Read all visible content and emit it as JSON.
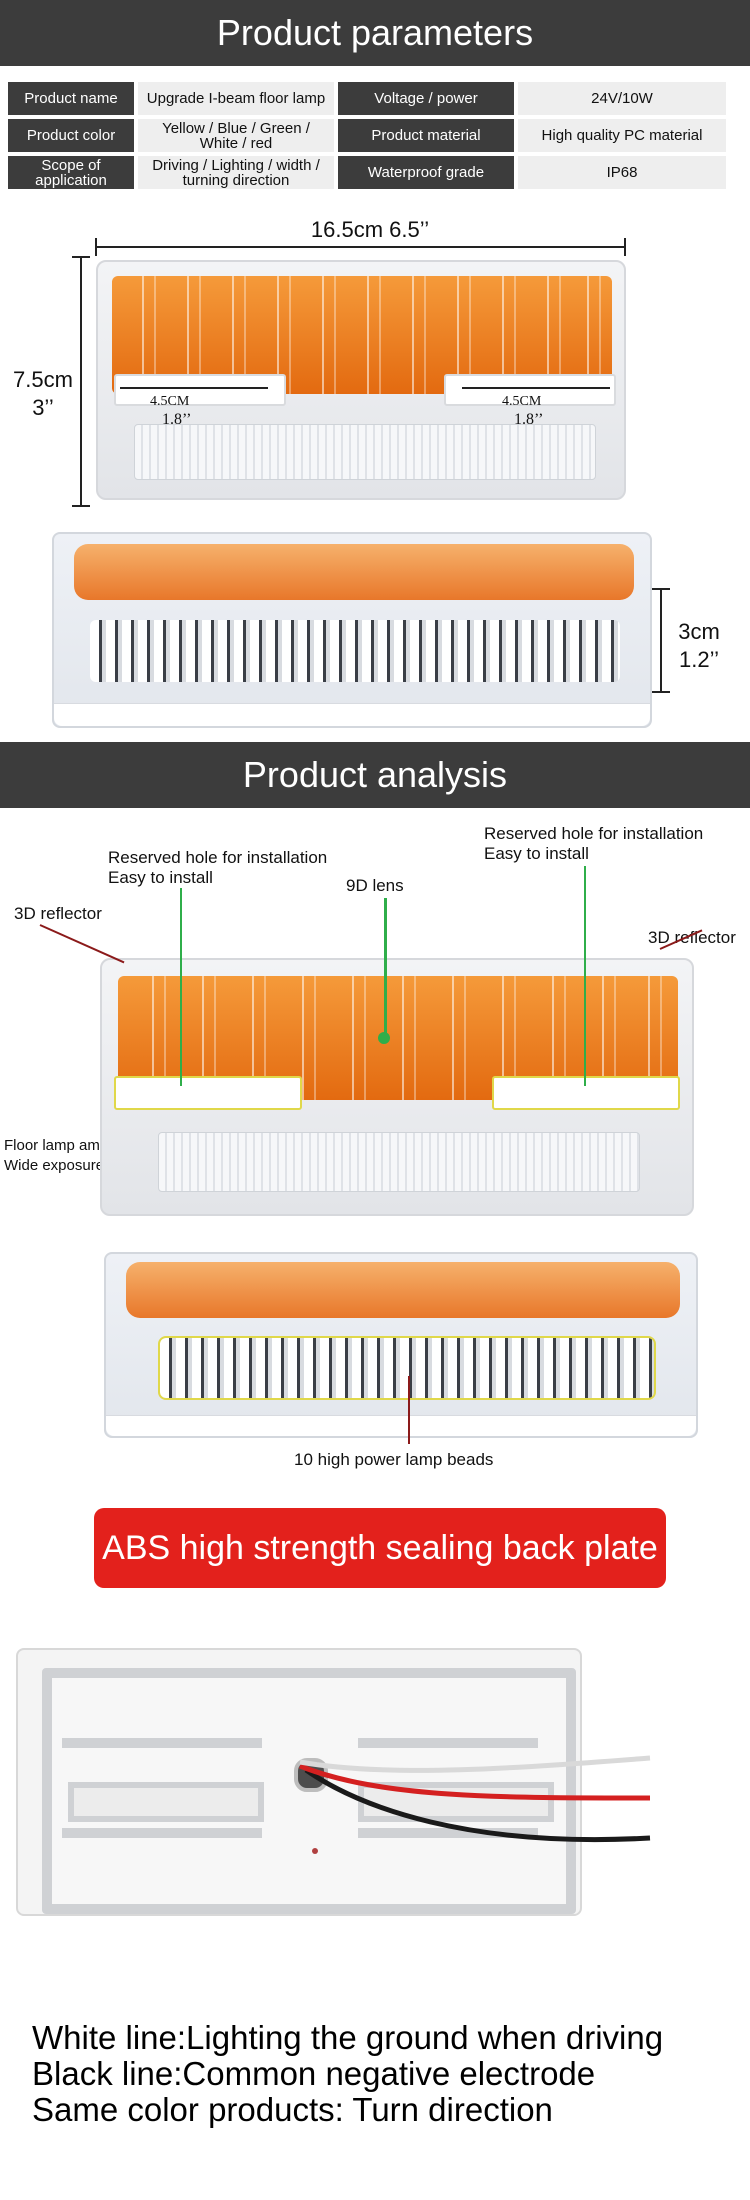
{
  "banners": {
    "parameters": "Product parameters",
    "analysis": "Product analysis"
  },
  "params": {
    "rows": [
      {
        "label1": "Product name",
        "value1": "Upgrade I-beam floor lamp",
        "label2": "Voltage / power",
        "value2": "24V/10W"
      },
      {
        "label1": "Product color",
        "value1": "Yellow / Blue / Green / White / red",
        "label2": "Product material",
        "value2": "High quality PC material"
      },
      {
        "label1": "Scope of application",
        "value1": "Driving / Lighting / width / turning direction",
        "label2": "Waterproof grade",
        "value2": "IP68"
      }
    ]
  },
  "dimensions": {
    "width": "16.5cm 6.5’’",
    "height_cm": "7.5cm",
    "height_in": "3’’",
    "slot_left_cm": "4.5CM",
    "slot_left_in": "1.8’’",
    "slot_right_cm": "4.5CM",
    "slot_right_in": "1.8’’",
    "depth_cm": "3cm",
    "depth_in": "1.2’’"
  },
  "analysis": {
    "hole_left_1": "Reserved hole for installation",
    "hole_left_2": "Easy to install",
    "hole_right_1": "Reserved hole for installation",
    "hole_right_2": "Easy to install",
    "lens": "9D lens",
    "reflector_left": "3D reflector",
    "reflector_right": "3D reflector",
    "amplifier_1": "Floor lamp amplifier",
    "amplifier_2": "Wide exposure range",
    "beads": "10 high power lamp beads"
  },
  "back_plate": {
    "title": "ABS high strength sealing back plate"
  },
  "wires": {
    "white": "White line:Lighting the ground when driving",
    "black": "Black line:Common negative electrode",
    "same": "Same color products: Turn direction"
  },
  "colors": {
    "banner": "#3c3c3c",
    "accent_red": "#e3211c",
    "amber": "#f08a2a",
    "callout_green": "#2fae4a",
    "callout_dark_red": "#8b1a1a"
  }
}
